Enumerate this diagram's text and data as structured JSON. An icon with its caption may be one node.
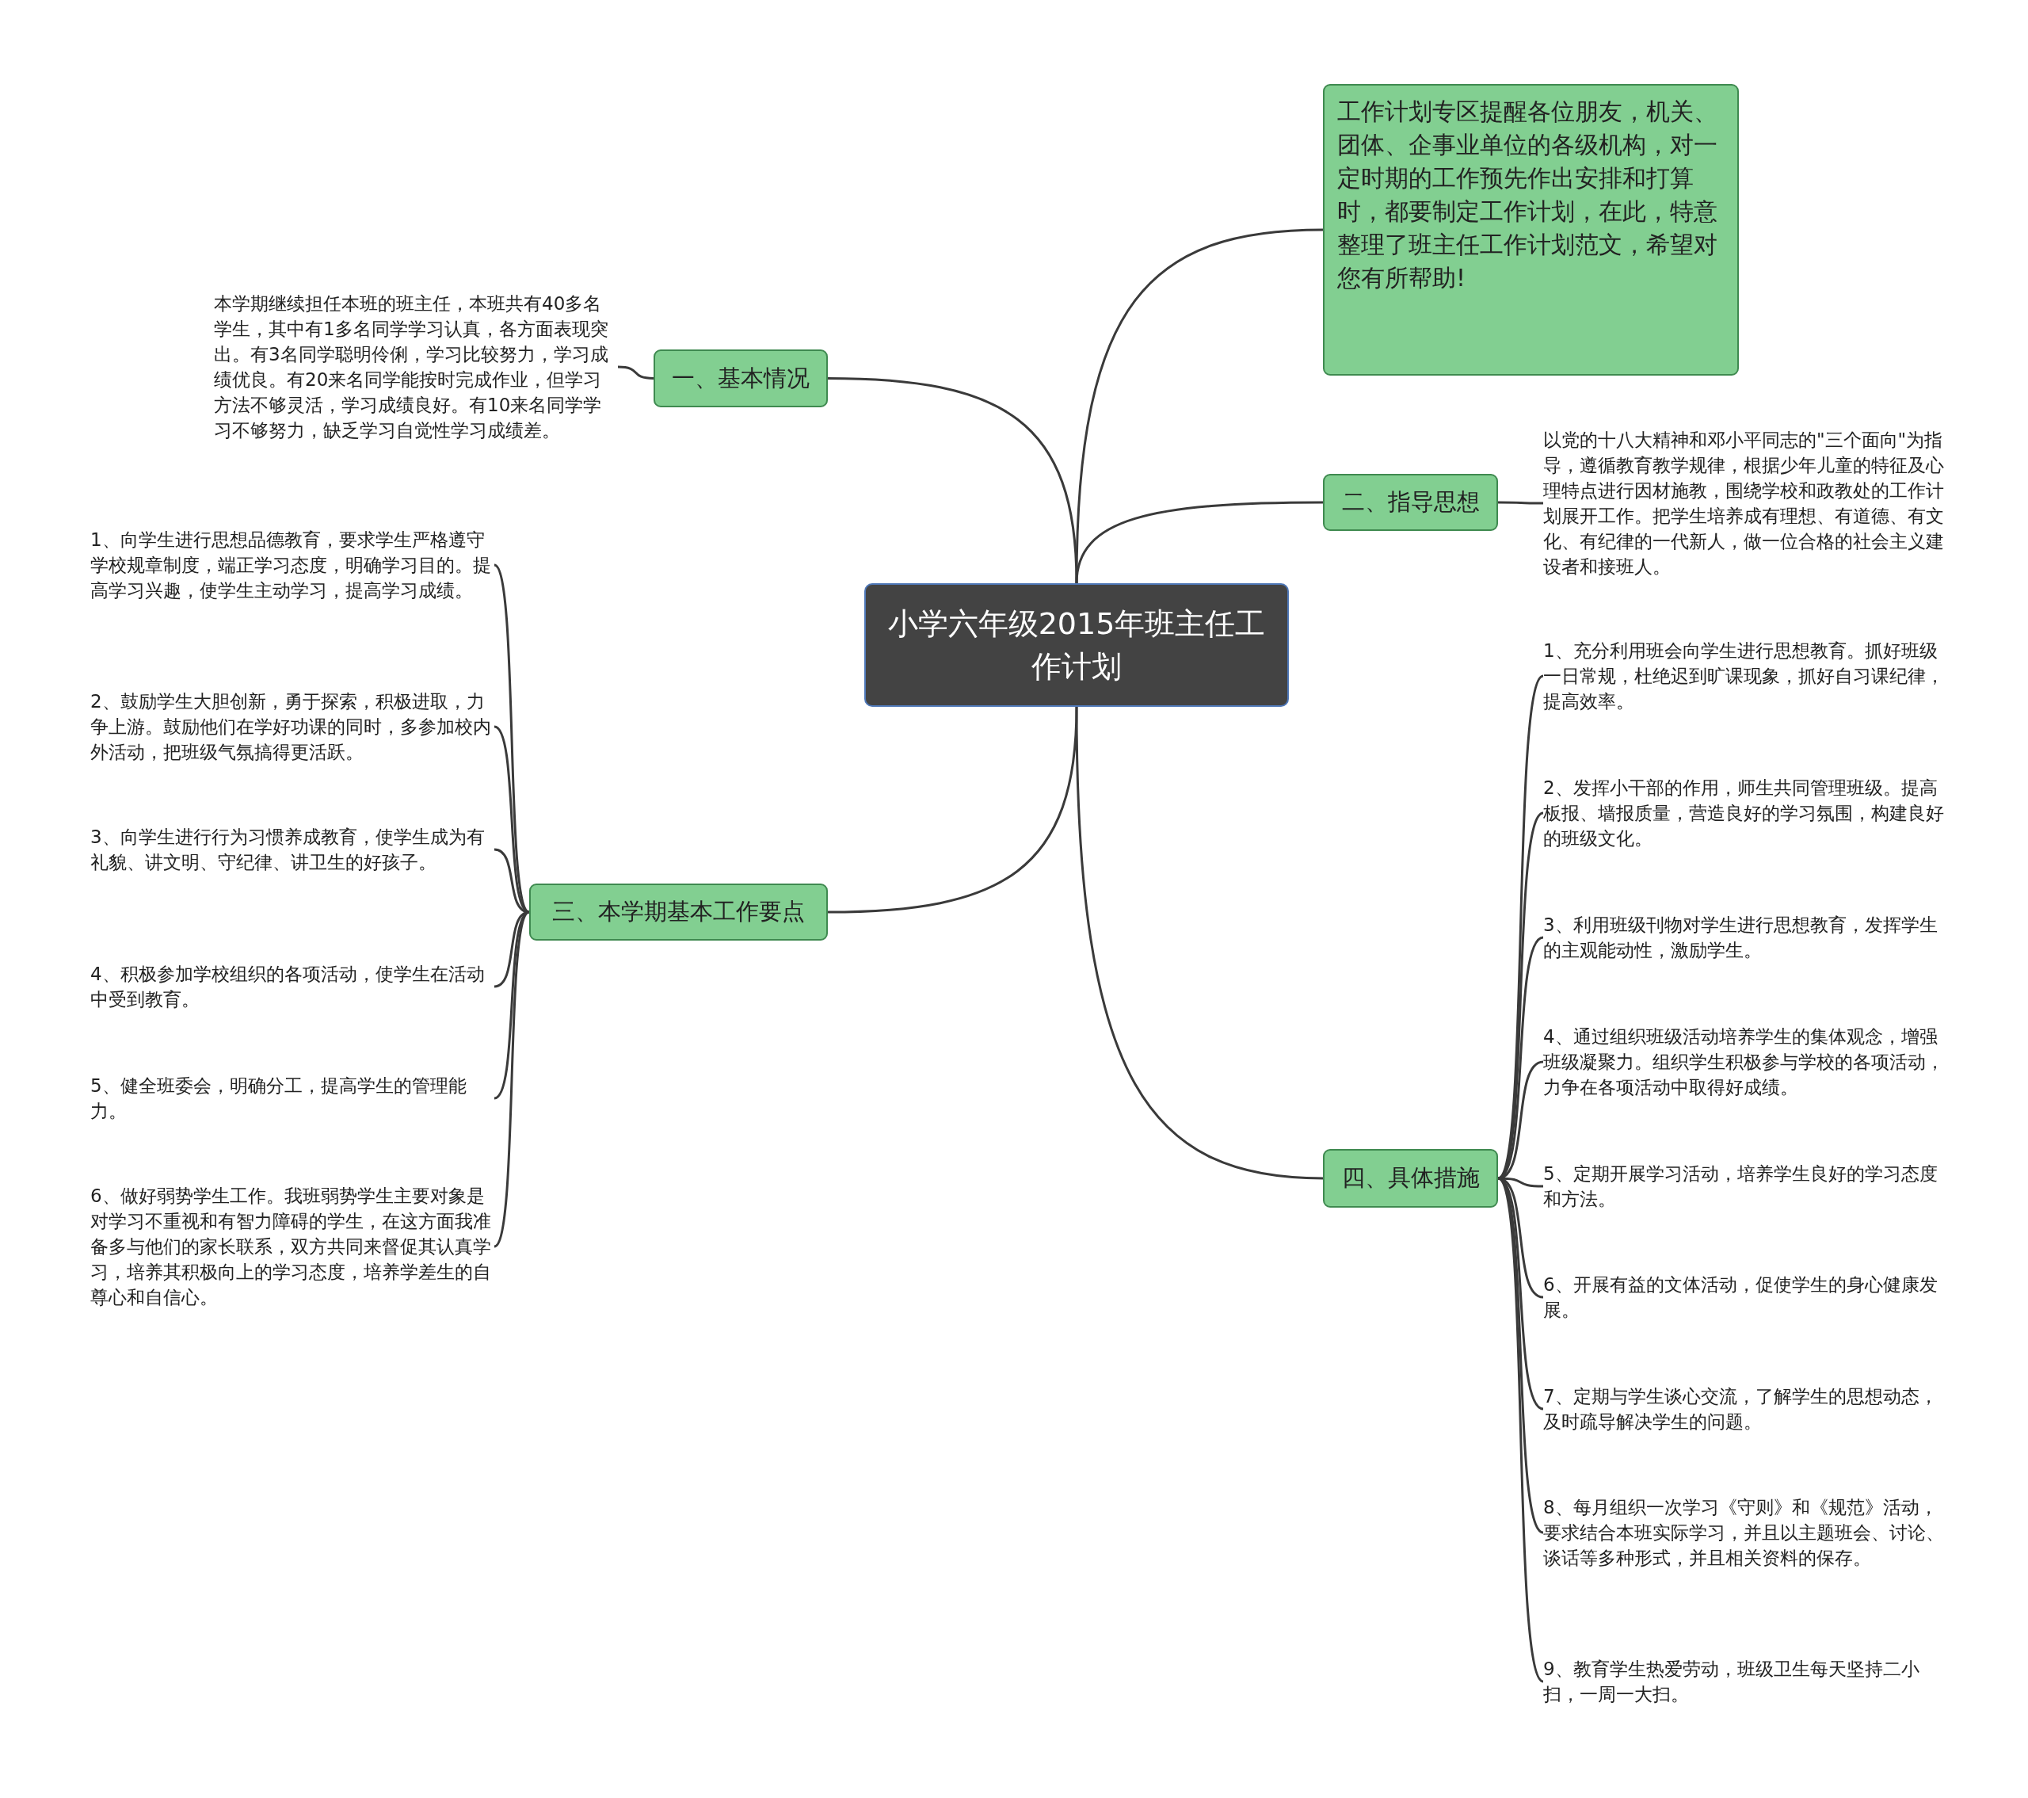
{
  "diagram": {
    "nodes": [
      {
        "text": [
          "小学六年级2015年班主任工作计划"
        ]
      },
      {
        "text": [
          "工作计划专区提醒各位朋友，机关、团体、企事业单位的各级机构，对一定时期的工作预先作出安排和打算时，都要制定工作计划，在此，特意整理了班主任工作计划范文，希望对您有所帮助!"
        ]
      },
      {
        "text": [
          "一、基本情况"
        ]
      },
      {
        "text": [
          "本学期继续担任本班的班主任，本班共有40多名学生，其中有1多名同学学习认真，各方面表现突出。有3名同学聪明伶俐，学习比较努力，学习成绩优良。有20来名同学能按时完成作业，但学习方法不够灵活，学习成绩良好。有10来名同学学习不够努力，缺乏学习自觉性学习成绩差。"
        ]
      },
      {
        "text": [
          "二、指导思想"
        ]
      },
      {
        "text": [
          "以党的十八大精神和邓小平同志的\"三个面向\"为指导，遵循教育教学规律，根据少年儿童的特征及心理特点进行因材施教，围绕学校和政教处的工作计划展开工作。把学生培养成有理想、有道德、有文化、有纪律的一代新人，做一位合格的社会主义建设者和接班人。"
        ]
      },
      {
        "text": [
          "三、本学期基本工作要点"
        ]
      },
      {
        "text": [
          "1、向学生进行思想品德教育，要求学生严格遵守学校规章制度，端正学习态度，明确学习目的。提高学习兴趣，使学生主动学习，提高学习成绩。"
        ]
      },
      {
        "text": [
          "2、鼓励学生大胆创新，勇于探索，积极进取，力争上游。鼓励他们在学好功课的同时，多参加校内外活动，把班级气氛搞得更活跃。"
        ]
      },
      {
        "text": [
          "3、向学生进行行为习惯养成教育，使学生成为有礼貌、讲文明、守纪律、讲卫生的好孩子。"
        ]
      },
      {
        "text": [
          "4、积极参加学校组织的各项活动，使学生在活动中受到教育。"
        ]
      },
      {
        "text": [
          "5、健全班委会，明确分工，提高学生的管理能力。"
        ]
      },
      {
        "text": [
          "6、做好弱势学生工作。我班弱势学生主要对象是对学习不重视和有智力障碍的学生，在这方面我准备多与他们的家长联系，双方共同来督促其认真学习，培养其积极向上的学习态度，培养学差生的自尊心和自信心。"
        ]
      },
      {
        "text": [
          "四、具体措施"
        ]
      },
      {
        "text": [
          "1、充分利用班会向学生进行思想教育。抓好班级一日常规，杜绝迟到旷课现象，抓好自习课纪律，提高效率。"
        ]
      },
      {
        "text": [
          "2、发挥小干部的作用，师生共同管理班级。提高板报、墙报质量，营造良好的学习氛围，构建良好的班级文化。"
        ]
      },
      {
        "text": [
          "3、利用班级刊物对学生进行思想教育，发挥学生的主观能动性，激励学生。"
        ]
      },
      {
        "text": [
          "4、通过组织班级活动培养学生的集体观念，增强班级凝聚力。组织学生积极参与学校的各项活动，力争在各项活动中取得好成绩。"
        ]
      },
      {
        "text": [
          "5、定期开展学习活动，培养学生良好的学习态度和方法。"
        ]
      },
      {
        "text": [
          "6、开展有益的文体活动，促使学生的身心健康发展。"
        ]
      },
      {
        "text": [
          "7、定期与学生谈心交流，了解学生的思想动态，及时疏导解决学生的问题。"
        ]
      },
      {
        "text": [
          "8、每月组织一次学习《守则》和《规范》活动，要求结合本班实际学习，并且以主题班会、讨论、谈话等多种形式，并且相关资料的保存。"
        ]
      },
      {
        "text": [
          "9、教育学生热爱劳动，班级卫生每天坚持二小扫，一周一大扫。"
        ]
      }
    ],
    "edges": [
      {
        "from": 0,
        "to": 1,
        "arrow": "none"
      },
      {
        "from": 0,
        "to": 2,
        "arrow": "none"
      },
      {
        "from": 2,
        "to": 3,
        "arrow": "none"
      },
      {
        "from": 0,
        "to": 4,
        "arrow": "none"
      },
      {
        "from": 4,
        "to": 5,
        "arrow": "none"
      },
      {
        "from": 0,
        "to": 6,
        "arrow": "none"
      },
      {
        "from": 6,
        "to": 7,
        "arrow": "none"
      },
      {
        "from": 6,
        "to": 8,
        "arrow": "none"
      },
      {
        "from": 6,
        "to": 9,
        "arrow": "none"
      },
      {
        "from": 6,
        "to": 10,
        "arrow": "none"
      },
      {
        "from": 6,
        "to": 11,
        "arrow": "none"
      },
      {
        "from": 6,
        "to": 12,
        "arrow": "none"
      },
      {
        "from": 0,
        "to": 13,
        "arrow": "none"
      },
      {
        "from": 13,
        "to": 14,
        "arrow": "none"
      },
      {
        "from": 13,
        "to": 15,
        "arrow": "none"
      },
      {
        "from": 13,
        "to": 16,
        "arrow": "none"
      },
      {
        "from": 13,
        "to": 17,
        "arrow": "none"
      },
      {
        "from": 13,
        "to": 18,
        "arrow": "none"
      },
      {
        "from": 13,
        "to": 19,
        "arrow": "none"
      },
      {
        "from": 13,
        "to": 20,
        "arrow": "none"
      },
      {
        "from": 13,
        "to": 21,
        "arrow": "none"
      },
      {
        "from": 13,
        "to": 22,
        "arrow": "none"
      }
    ]
  }
}
